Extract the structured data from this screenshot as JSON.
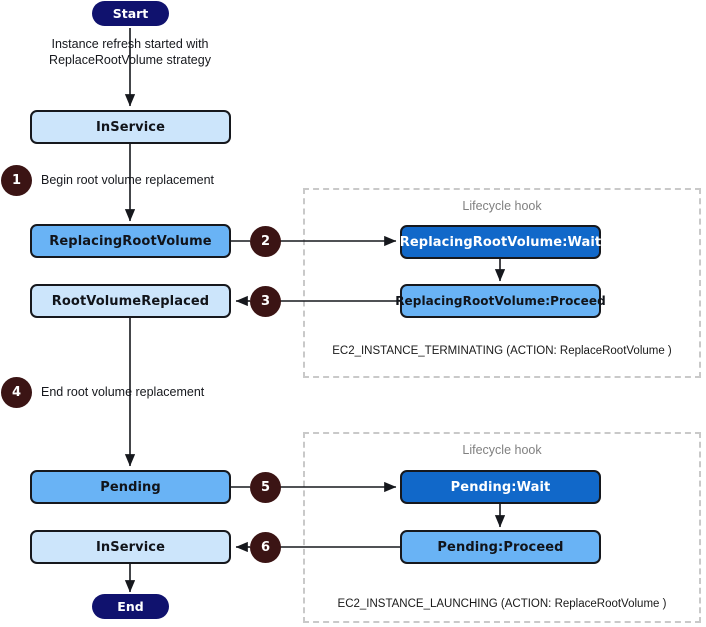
{
  "diagram": {
    "title": "Instance refresh with ReplaceRootVolume strategy",
    "colors": {
      "pill": "#10126e",
      "badge": "#3b1414",
      "fill_light": "#cce5fb",
      "fill_medium": "#69b3f5",
      "fill_dark": "#1168c9",
      "stroke": "#16181d",
      "dashed_border": "#c9c9c9",
      "hook_title_text": "#808080"
    },
    "terminals": [
      {
        "id": "start",
        "label": "Start"
      },
      {
        "id": "end",
        "label": "End"
      }
    ],
    "states": [
      {
        "id": "inservice-top",
        "label": "InService",
        "fill": "light"
      },
      {
        "id": "replacingrootvolume",
        "label": "ReplacingRootVolume",
        "fill": "medium"
      },
      {
        "id": "rootvolumereplaced",
        "label": "RootVolumeReplaced",
        "fill": "light"
      },
      {
        "id": "pending",
        "label": "Pending",
        "fill": "medium"
      },
      {
        "id": "inservice-bottom",
        "label": "InService",
        "fill": "light"
      },
      {
        "id": "replacingrootvolume-wait",
        "label": "ReplacingRootVolume:Wait",
        "fill": "dark"
      },
      {
        "id": "replacingrootvolume-proceed",
        "label": "ReplacingRootVolume:Proceed",
        "fill": "medium"
      },
      {
        "id": "pending-wait",
        "label": "Pending:Wait",
        "fill": "dark"
      },
      {
        "id": "pending-proceed",
        "label": "Pending:Proceed",
        "fill": "medium"
      }
    ],
    "edge_labels": [
      {
        "id": "start-to-inservice",
        "text": "Instance refresh started with\nReplaceRootVolume strategy"
      },
      {
        "id": "begin-replacement",
        "text": "Begin root volume replacement"
      },
      {
        "id": "end-replacement",
        "text": "End root volume replacement"
      }
    ],
    "badges": [
      {
        "id": "step-1",
        "number": "1"
      },
      {
        "id": "step-2",
        "number": "2"
      },
      {
        "id": "step-3",
        "number": "3"
      },
      {
        "id": "step-4",
        "number": "4"
      },
      {
        "id": "step-5",
        "number": "5"
      },
      {
        "id": "step-6",
        "number": "6"
      }
    ],
    "hooks": [
      {
        "id": "hook-terminating",
        "title": "Lifecycle hook",
        "caption": "EC2_INSTANCE_TERMINATING (ACTION: ReplaceRootVolume )"
      },
      {
        "id": "hook-launching",
        "title": "Lifecycle hook",
        "caption": "EC2_INSTANCE_LAUNCHING (ACTION: ReplaceRootVolume )"
      }
    ]
  }
}
